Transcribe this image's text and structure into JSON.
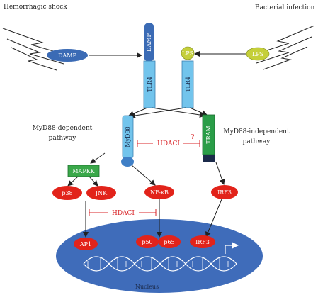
{
  "labels": {
    "hemorrhagic_shock": "Hemorrhagic shock",
    "bacterial_infection": "Bacterial infection",
    "myd88_dependent_1": "MyD88-dependent",
    "myd88_dependent_2": "pathway",
    "myd88_independent_1": "MyD88-independent",
    "myd88_independent_2": "pathway",
    "nucleus": "Nucleus"
  },
  "molecules": {
    "damp_left": "DAMP",
    "damp_receptor": "DAMP",
    "lps_left": "LPS",
    "lps_right": "LPS",
    "tlr4_left": "TLR4",
    "tlr4_right": "TLR4",
    "myd88": "MyD88",
    "tram": "TRAM",
    "mapkk": "MAPKK",
    "p38": "p38",
    "jnk": "JNK",
    "nfkb": "NF-κB",
    "irf3": "IRF3",
    "ap1": "AP1",
    "p50": "p50",
    "p65": "p65",
    "irf3_nuclear": "IRF3"
  },
  "inhibitors": {
    "hdaci_top": "HDACI",
    "question_mark": "?",
    "hdaci_bottom": "HDACI"
  },
  "colors": {
    "damp_blue": "#3b6bb5",
    "lps_yellow": "#c5cf3a",
    "receptor_light_blue": "#72c4ec",
    "tram_green": "#2a9d48",
    "mapkk_green": "#3aa84a",
    "signal_red": "#e2231a",
    "nucleus_blue": "#3f6cba",
    "hdaci_red": "#d9262a"
  }
}
